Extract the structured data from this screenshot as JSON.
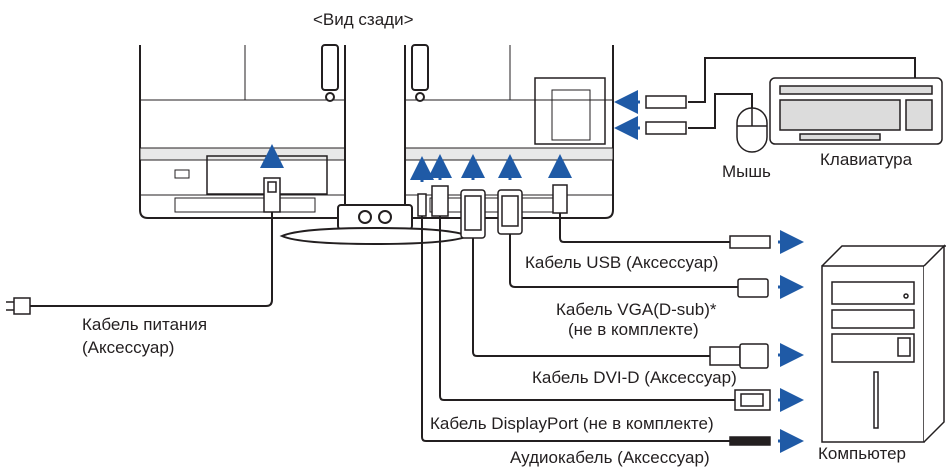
{
  "diagram": {
    "title": "<Вид сзади>",
    "power_cable": {
      "line1": "Кабель питания",
      "line2": "(Аксессуар)"
    },
    "usb_cable": "Кабель USB (Аксессуар)",
    "vga_cable": {
      "line1": "Кабель VGA(D-sub)*",
      "line2": "(не в комплекте)"
    },
    "dvi_cable": "Кабель DVI-D (Аксессуар)",
    "dp_cable": "Кабель DisplayPort (не в комплекте)",
    "audio_cable": "Аудиокабель (Аксессуар)",
    "keyboard": "Клавиатура",
    "mouse": "Мышь",
    "computer": "Компьютер",
    "colors": {
      "arrow": "#1f5aa6",
      "line": "#231f20"
    }
  }
}
